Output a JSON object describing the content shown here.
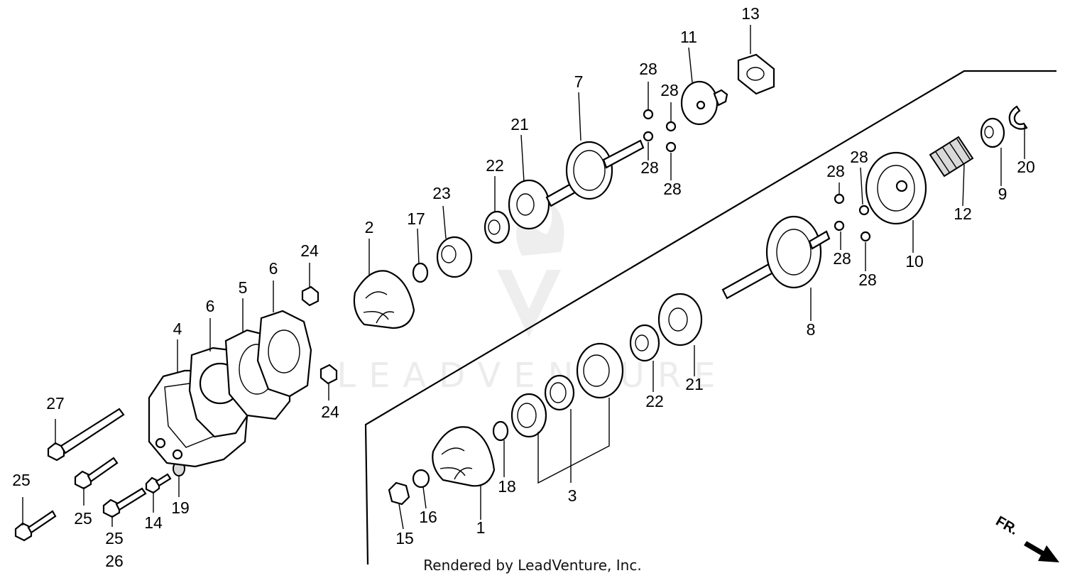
{
  "watermark": "LEADVENTURE",
  "credit": "Rendered by LeadVenture, Inc.",
  "direction_label": "FR.",
  "callouts": {
    "c1": "1",
    "c2": "2",
    "c3": "3",
    "c4": "4",
    "c5": "5",
    "c6a": "6",
    "c6b": "6",
    "c7": "7",
    "c8": "8",
    "c9": "9",
    "c10": "10",
    "c11": "11",
    "c12": "12",
    "c13": "13",
    "c14": "14",
    "c15": "15",
    "c16": "16",
    "c17": "17",
    "c18": "18",
    "c19": "19",
    "c20": "20",
    "c21a": "21",
    "c21b": "21",
    "c22a": "22",
    "c22b": "22",
    "c23": "23",
    "c24a": "24",
    "c24b": "24",
    "c25a": "25",
    "c25b": "25",
    "c25c": "25",
    "c26": "26",
    "c27": "27",
    "c28a": "28",
    "c28b": "28",
    "c28c": "28",
    "c28d": "28",
    "c28e": "28",
    "c28f": "28",
    "c28g": "28",
    "c28h": "28"
  }
}
